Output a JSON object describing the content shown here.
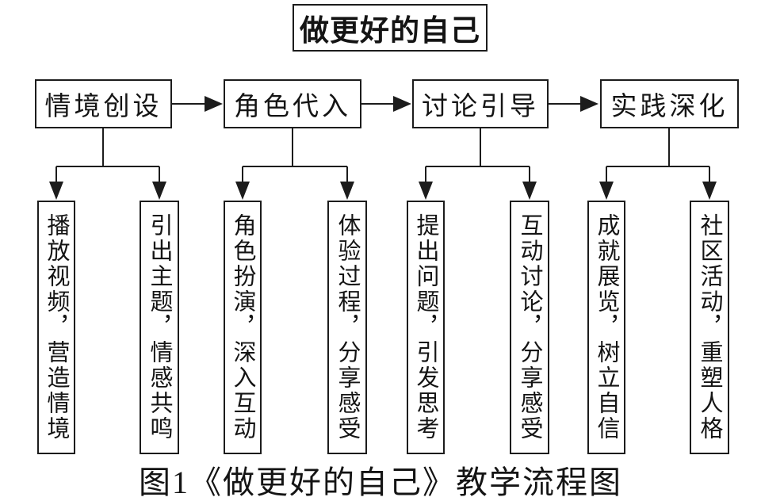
{
  "title": "做更好的自己",
  "stages": [
    {
      "label": "情境创设",
      "children": [
        "播放视频，营造情境",
        "引出主题，情感共鸣"
      ]
    },
    {
      "label": "角色代入",
      "children": [
        "角色扮演，深入互动",
        "体验过程，分享感受"
      ]
    },
    {
      "label": "讨论引导",
      "children": [
        "提出问题，引发思考",
        "互动讨论，分享感受"
      ]
    },
    {
      "label": "实践深化",
      "children": [
        "成就展览，树立自信",
        "社区活动，重塑人格"
      ]
    }
  ],
  "caption": "图1《做更好的自己》教学流程图",
  "colors": {
    "line": "#1c1c1c",
    "background": "#ffffff",
    "text": "#141414"
  }
}
